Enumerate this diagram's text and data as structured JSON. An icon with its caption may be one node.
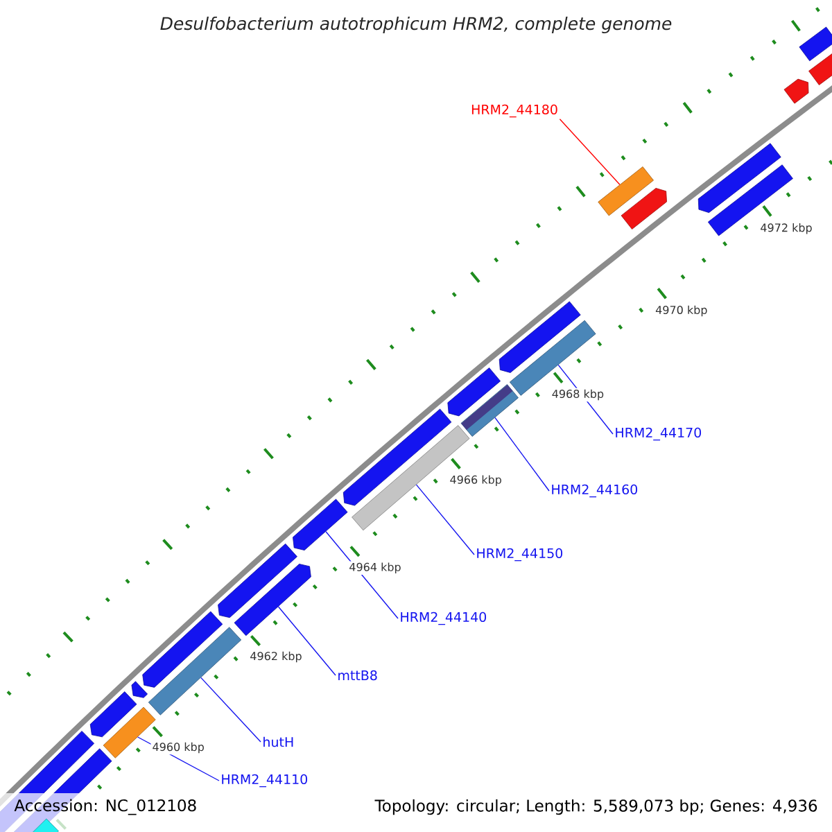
{
  "diagram": {
    "title": "Desulfobacterium autotrophicum HRM2, complete genome",
    "nodes": [
      {
        "text": [
          "HRM2_44180"
        ]
      },
      {
        "text": [],
        "shape": "bar"
      },
      {
        "text": [
          "HRM2_44170"
        ]
      },
      {
        "text": [],
        "shape": "bar"
      },
      {
        "text": [
          "HRM2_44160"
        ]
      },
      {
        "text": [],
        "shape": "bar"
      },
      {
        "text": [
          "HRM2_44150"
        ]
      },
      {
        "text": [],
        "shape": "bar"
      },
      {
        "text": [
          "HRM2_44140"
        ]
      },
      {
        "text": [],
        "shape": "bar"
      },
      {
        "text": [
          "mttB8"
        ]
      },
      {
        "text": [],
        "shape": "bar"
      },
      {
        "text": [
          "hutH"
        ]
      },
      {
        "text": [],
        "shape": "bar"
      },
      {
        "text": [
          "HRM2_44110"
        ]
      },
      {
        "text": [],
        "shape": "bar"
      },
      {
        "text": [],
        "shape": "bar"
      },
      {
        "text": [],
        "shape": "bar"
      },
      {
        "text": [],
        "shape": "bar"
      },
      {
        "text": [],
        "shape": "bar"
      },
      {
        "text": [],
        "shape": "bar"
      },
      {
        "text": [],
        "shape": "bar"
      },
      {
        "text": [],
        "shape": "bar"
      },
      {
        "text": [],
        "shape": "bar"
      },
      {
        "text": [],
        "shape": "bar"
      },
      {
        "text": [],
        "shape": "bar"
      },
      {
        "text": [],
        "shape": "bar"
      },
      {
        "text": [],
        "shape": "bar"
      },
      {
        "text": [],
        "shape": "bar"
      },
      {
        "text": [],
        "shape": "bar"
      },
      {
        "text": [],
        "shape": "bar"
      },
      {
        "text": [],
        "shape": "bar"
      }
    ],
    "edges": [
      {
        "from": 0,
        "to": 1,
        "arrow": "none",
        "color": "#ff0000"
      },
      {
        "from": 2,
        "to": 3,
        "arrow": "none"
      },
      {
        "from": 4,
        "to": 5,
        "arrow": "none"
      },
      {
        "from": 6,
        "to": 7,
        "arrow": "none"
      },
      {
        "from": 8,
        "to": 9,
        "arrow": "none"
      },
      {
        "from": 10,
        "to": 11,
        "arrow": "none"
      },
      {
        "from": 12,
        "to": 13,
        "arrow": "none"
      },
      {
        "from": 14,
        "to": 15,
        "arrow": "none"
      }
    ],
    "labels": [
      "4972 kbp",
      "4970 kbp",
      "4968 kbp",
      "4966 kbp",
      "4964 kbp",
      "4962 kbp",
      "4960 kbp",
      "Accession: NC_012108",
      "Topology: circular; Length: 5,589,073 bp; Genes: 4,936"
    ]
  }
}
